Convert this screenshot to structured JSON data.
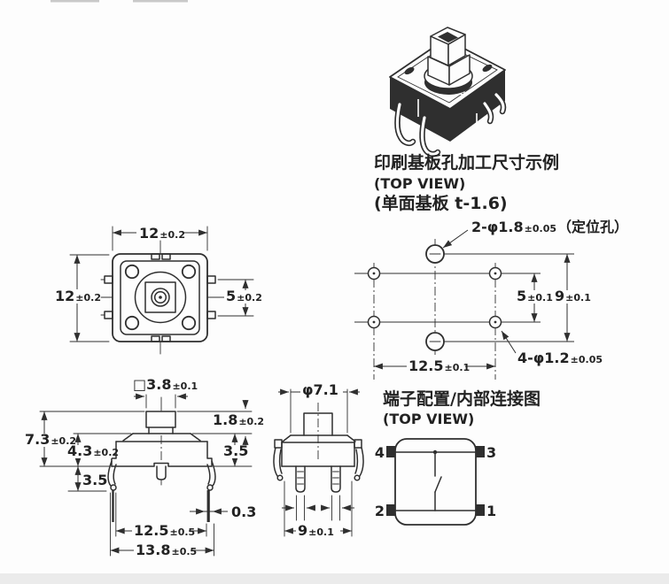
{
  "colors": {
    "ink": "#2f2f2f",
    "background": "#fdfdfd",
    "footer_band": "#ebebeb"
  },
  "pictorial_caption": {
    "line1": "印刷基板孔加工尺寸示例",
    "line2": "(TOP VIEW)",
    "line3": "(单面基板 t-1.6)"
  },
  "top_view": {
    "width": {
      "v": "12",
      "tol": "±0.2"
    },
    "height": {
      "v": "12",
      "tol": "±0.2"
    },
    "terminal_pitch": {
      "v": "5",
      "tol": "±0.2"
    }
  },
  "pcb_pattern": {
    "locating_holes": {
      "v": "2-φ1.8",
      "tol": "±0.05",
      "note": "（定位孔）"
    },
    "terminal_holes": {
      "v": "4-φ1.2",
      "tol": "±0.05"
    },
    "row_pitch": {
      "v": "5",
      "tol": "±0.1"
    },
    "locating_pitch": {
      "v": "9",
      "tol": "±0.1"
    },
    "column_pitch": {
      "v": "12.5",
      "tol": "±0.1"
    }
  },
  "front_view": {
    "stem_width": {
      "v": "□3.8",
      "tol": "±0.1"
    },
    "stem_height": {
      "v": "1.8",
      "tol": "±0.2"
    },
    "total_height": {
      "v": "7.3",
      "tol": "±0.2"
    },
    "body_height": {
      "v": "4.3",
      "tol": "±0.2"
    },
    "cap_height": {
      "v": "3.5"
    },
    "leg_length": {
      "v": "3.5"
    },
    "lead_thickness": {
      "v": "0.3"
    },
    "lead_span": {
      "v": "12.5",
      "tol": "±0.5"
    },
    "overall_width": {
      "v": "13.8",
      "tol": "±0.5"
    }
  },
  "side_view": {
    "dome_dia": {
      "v": "φ7.1"
    },
    "outer_leg_span": {
      "v": "9",
      "tol": "±0.1"
    }
  },
  "terminal_diagram": {
    "title": "端子配置/内部连接图",
    "subtitle": "(TOP VIEW)",
    "pin_top_left": "4",
    "pin_top_right": "3",
    "pin_bottom_left": "2",
    "pin_bottom_right": "1"
  }
}
